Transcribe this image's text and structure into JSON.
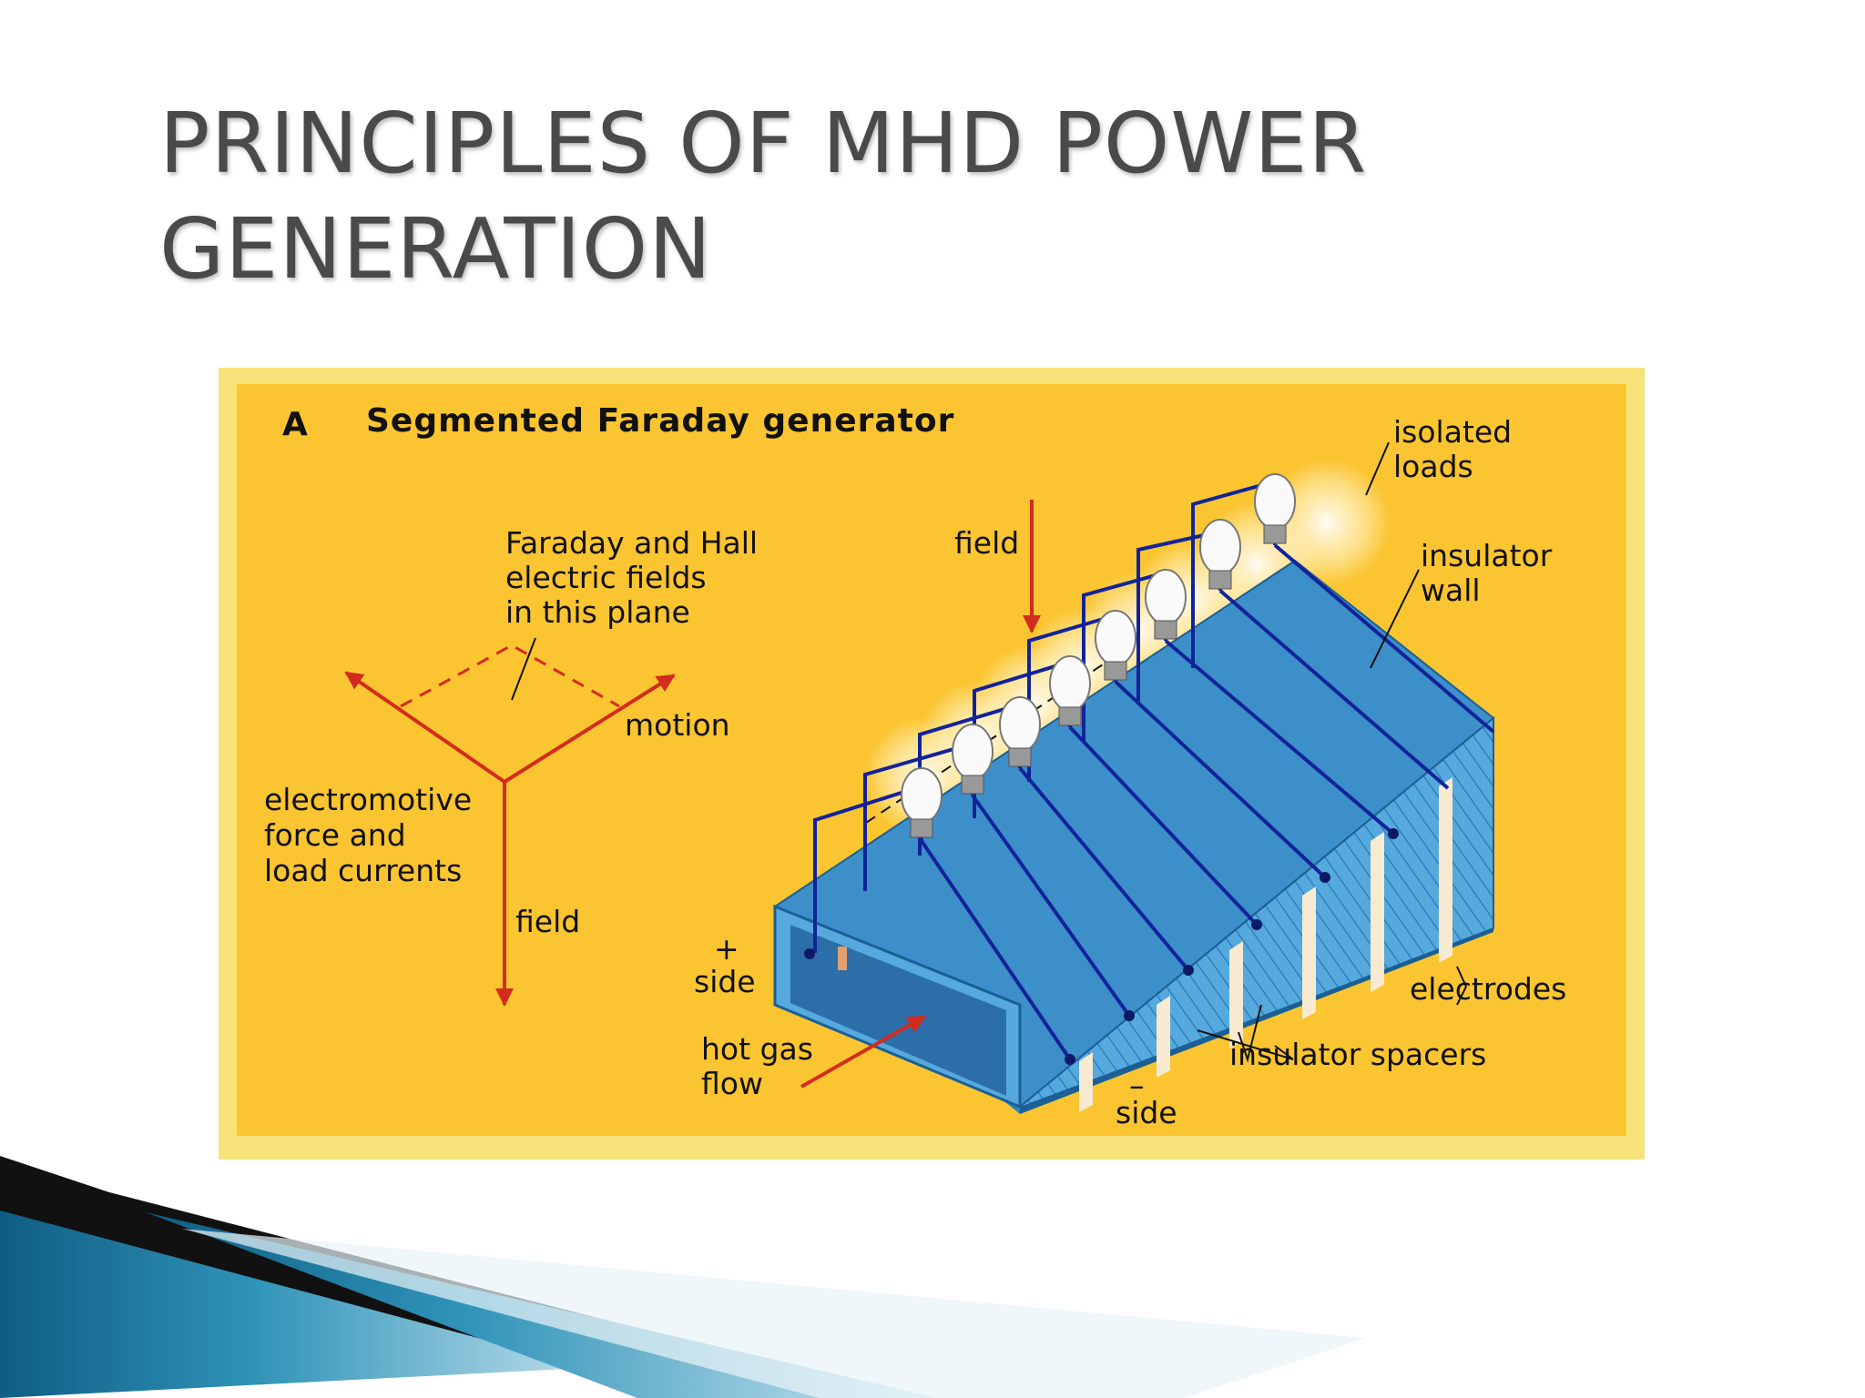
{
  "slide": {
    "title_line1": "PRINCIPLES OF MHD POWER",
    "title_line2": "GENERATION"
  },
  "figure": {
    "panel_letter": "A",
    "panel_title": "Segmented Faraday generator",
    "labels": {
      "faraday_hall_1": "Faraday and Hall",
      "faraday_hall_2": "electric fields",
      "faraday_hall_3": "in this plane",
      "motion": "motion",
      "emf_1": "electromotive",
      "emf_2": "force and",
      "emf_3": "load currents",
      "field_left": "field",
      "field_top": "field",
      "isolated_loads_1": "isolated",
      "isolated_loads_2": "loads",
      "insulator_wall_1": "insulator",
      "insulator_wall_2": "wall",
      "plus_sign": "+",
      "plus_side": "side",
      "hot_gas_1": "hot gas",
      "hot_gas_2": "flow",
      "minus_sign": "–",
      "minus_side": "side",
      "electrodes": "electrodes",
      "insulator_spacers": "insulator spacers"
    },
    "colors": {
      "panel_bg": "#fbc531",
      "frame": "#f8e27a",
      "arrows": "#d32b1e",
      "channel_top": "#3c8fc9",
      "channel_side": "#56a9dd",
      "wires": "#12239a",
      "spacers": "#f7ead0"
    }
  }
}
